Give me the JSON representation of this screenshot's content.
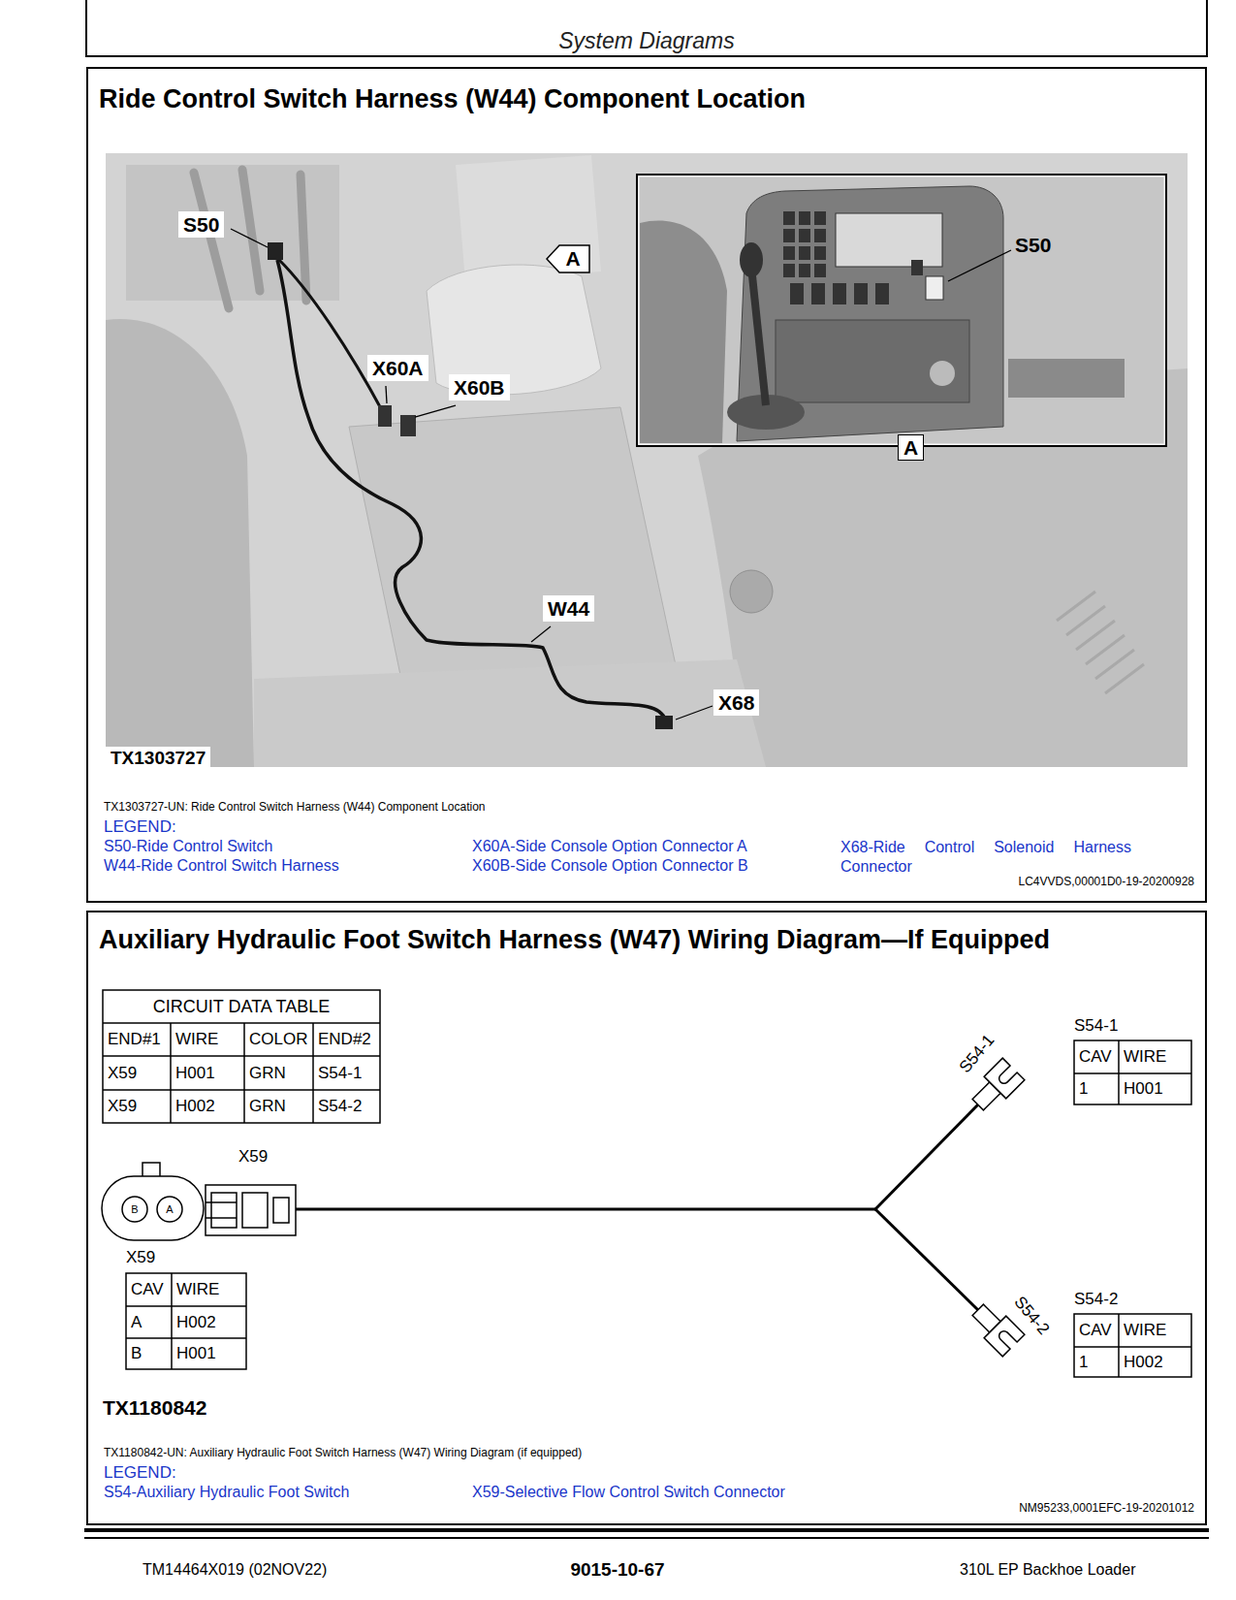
{
  "diagram": {
    "title": "System Diagrams",
    "nodes": [
      {
        "text": [
          "Ride Control Switch Harness (W44) Component Location"
        ]
      },
      {
        "text": [
          "S50"
        ],
        "in": 0
      },
      {
        "text": [
          "A"
        ],
        "in": 0
      },
      {
        "text": [
          "A"
        ],
        "in": 0
      },
      {
        "text": [
          "S50"
        ],
        "in": 0
      },
      {
        "text": [
          "X60A"
        ],
        "in": 0
      },
      {
        "text": [
          "X60B"
        ],
        "in": 0
      },
      {
        "text": [
          "W44"
        ],
        "in": 0
      },
      {
        "text": [
          "X68"
        ],
        "in": 0
      },
      {
        "text": [
          "TX1303727"
        ],
        "in": 0
      },
      {
        "text": [
          "Auxiliary Hydraulic Foot Switch Harness (W47) Wiring Diagram—If Equipped"
        ]
      }
    ],
    "labels": [
      "TX1303727-UN: Ride Control Switch Harness (W44) Component Location",
      "LEGEND:",
      "LC4VVDS,00001D0-19-20200928",
      "CIRCUIT DATA TABLE",
      "END#1",
      "WIRE",
      "COLOR",
      "END#2",
      "X59",
      "H001",
      "GRN",
      "S54-1",
      "X59",
      "H002",
      "GRN",
      "S54-2",
      "S54-1",
      "CAV",
      "WIRE",
      "1",
      "H001",
      "S54-1",
      "X59",
      "B",
      "A",
      "X59",
      "CAV",
      "WIRE",
      "A",
      "H002",
      "B",
      "H001",
      "S54-2",
      "S54-2",
      "CAV",
      "WIRE",
      "1",
      "H002",
      "TX1180842",
      "TX1180842-UN: Auxiliary Hydraulic Foot Switch Harness (W47) Wiring Diagram (if equipped)",
      "LEGEND:",
      "NM95233,0001EFC-19-20201012",
      "TM14464X019 (02NOV22)",
      "9015-10-67",
      "310L EP Backhoe Loader"
    ],
    "legend": [
      {
        "text": "S50-Ride Control Switch"
      },
      {
        "text": "W44-Ride Control Switch Harness"
      },
      {
        "text": "X60A-Side Console Option Connector A"
      },
      {
        "text": "X60B-Side Console Option Connector B"
      },
      {
        "text": "X68-Ride Control Solenoid Harness Connector"
      },
      {
        "text": "S54-Auxiliary Hydraulic Foot Switch"
      },
      {
        "text": "X59-Selective Flow Control Switch Connector"
      }
    ]
  }
}
